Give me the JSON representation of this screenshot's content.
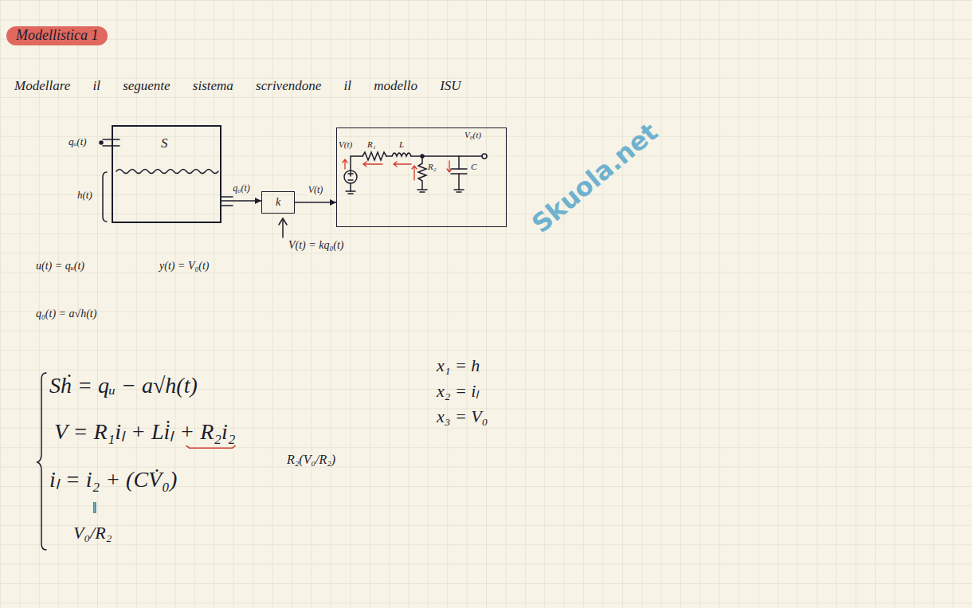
{
  "diagram": {
    "title": "Modellistica 1",
    "nodes": [
      {
        "text": [
          "S"
        ]
      },
      {
        "text": [
          "k"
        ]
      },
      {
        "text": [
          "V(t)",
          "R₁",
          "L",
          "R₂",
          "C",
          "V₀(t)"
        ]
      }
    ],
    "edges": [
      {
        "from": 0,
        "to": 1,
        "arrow": "to",
        "label": "q₀(t)"
      },
      {
        "from": 1,
        "to": 2,
        "arrow": "to",
        "label": "V(t)"
      }
    ],
    "labels": [
      "Modellare il seguente sistema scrivendone il modello ISU",
      "qᵤ(t)",
      "h(t)",
      "V(t) = kq₀(t)",
      "u(t) = qᵤ(t)",
      "y(t) = V₀(t)",
      "q₀(t) = a√h(t)",
      "Sḣ = qᵤ − a√h(t)",
      "V = R₁iₗ + Li̇ₗ + R₂i₂",
      "R₂(V₀/R₂)",
      "iₗ = i₂ + (CV̇₀)",
      "‖",
      "V₀/R₂",
      "x₁ = h",
      "x₂ = iₗ",
      "x₃ = V₀",
      "Skuola.net"
    ]
  }
}
